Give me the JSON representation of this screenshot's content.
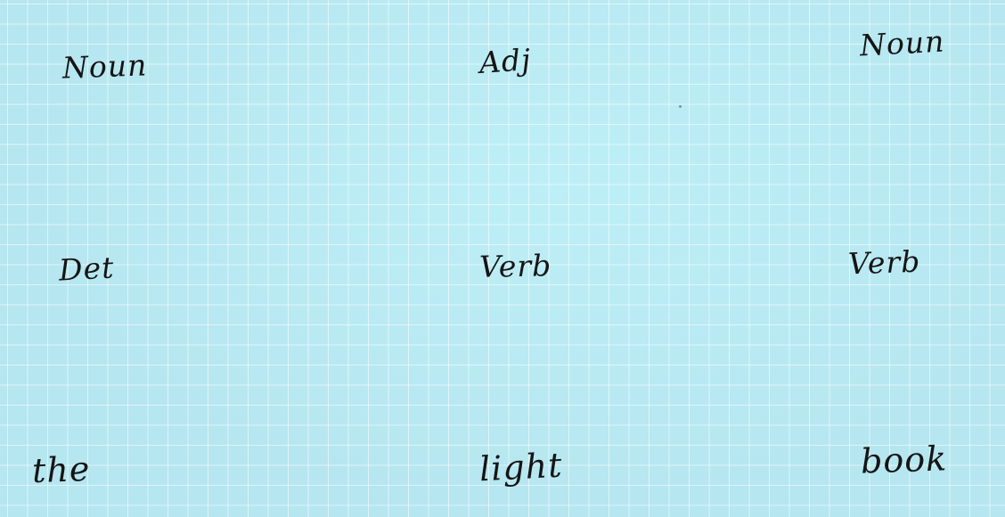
{
  "colors": {
    "paper": "#b6e6ef",
    "grid": "#ffffff",
    "ink": "#151515"
  },
  "rows": {
    "tags_top": [
      "Noun",
      "Adj",
      "Noun"
    ],
    "tags_bottom": [
      "Det",
      "Verb",
      "Verb"
    ],
    "tokens": [
      "the",
      "light",
      "book"
    ]
  }
}
